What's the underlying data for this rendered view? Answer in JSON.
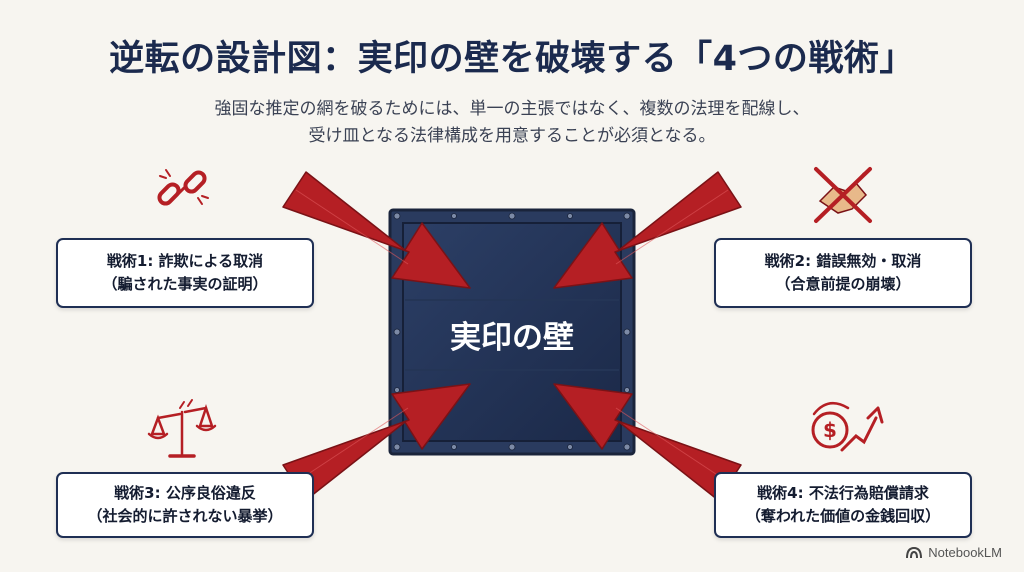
{
  "title": "逆転の設計図：実印の壁を破壊する「4つの戦術」",
  "subtitle": {
    "line1": "強固な推定の網を破るためには、単一の主張ではなく、複数の法理を配線し、",
    "line2": "受け皿となる法律構成を用意することが必須となる。"
  },
  "center": {
    "label": "実印の壁"
  },
  "tactics": [
    {
      "line1": "戦術1: 詐欺による取消",
      "line2": "（騙された事実の証明）",
      "icon": "broken-chain-icon"
    },
    {
      "line1": "戦術2: 錯誤無効・取消",
      "line2": "（合意前提の崩壊）",
      "icon": "crossed-handshake-icon"
    },
    {
      "line1": "戦術3: 公序良俗違反",
      "line2": "（社会的に許されない暴挙）",
      "icon": "broken-scales-icon"
    },
    {
      "line1": "戦術4: 不法行為賠償請求",
      "line2": "（奪われた価値の金銭回収）",
      "icon": "money-recovery-icon"
    }
  ],
  "colors": {
    "navy": "#1f3156",
    "red": "#b51f24",
    "background": "#f7f5f0"
  },
  "footer": {
    "brand": "NotebookLM"
  }
}
